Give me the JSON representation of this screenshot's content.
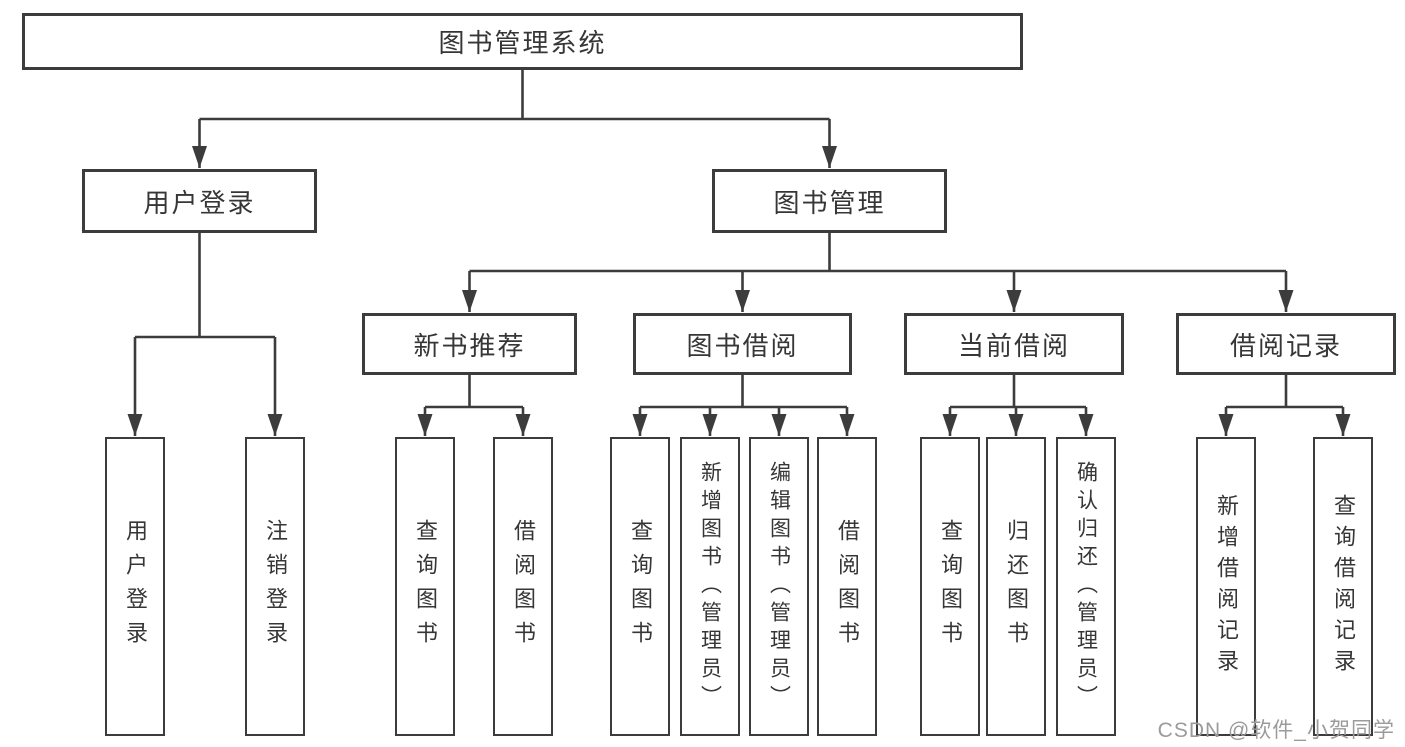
{
  "diagram": {
    "root": {
      "label": "图书管理系统",
      "children": [
        {
          "label": "用户登录",
          "children": [
            {
              "label": "用户登录"
            },
            {
              "label": "注销登录"
            }
          ]
        },
        {
          "label": "图书管理",
          "children": [
            {
              "label": "新书推荐",
              "children": [
                {
                  "label": "查询图书"
                },
                {
                  "label": "借阅图书"
                }
              ]
            },
            {
              "label": "图书借阅",
              "children": [
                {
                  "label": "查询图书"
                },
                {
                  "label": "新增图书（管理员）"
                },
                {
                  "label": "编辑图书（管理员）"
                },
                {
                  "label": "借阅图书"
                }
              ]
            },
            {
              "label": "当前借阅",
              "children": [
                {
                  "label": "查询图书"
                },
                {
                  "label": "归还图书"
                },
                {
                  "label": "确认归还（管理员）"
                }
              ]
            },
            {
              "label": "借阅记录",
              "children": [
                {
                  "label": "新增借阅记录"
                },
                {
                  "label": "查询借阅记录"
                }
              ]
            }
          ]
        }
      ]
    }
  },
  "watermark": {
    "text": "CSDN @软件_小贺同学"
  },
  "colors": {
    "line": "#3c3c3c",
    "border": "#3c3c3c",
    "text": "#363636",
    "background": "#ffffff",
    "watermark": "#9b9b9b"
  }
}
